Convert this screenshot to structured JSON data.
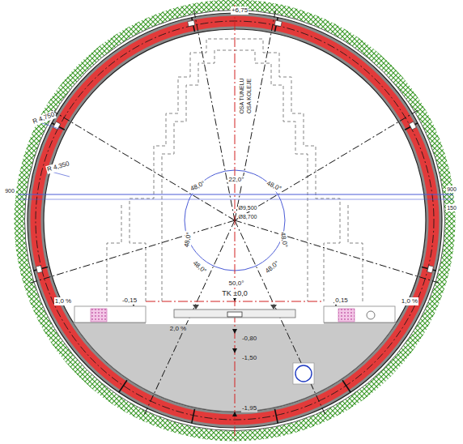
{
  "diagram": {
    "labels": [
      "+6,75",
      "OSA TUNELU",
      "OSA KOLEJE",
      "R 4,750",
      "R 4,350",
      "22,0°",
      "48,0°",
      "48,0°",
      "48,0°",
      "48,0°",
      "48,0°",
      "48,0°",
      "50,0°",
      "Ø9,500",
      "Ø8,700",
      "900",
      "900",
      "150",
      "TK ±0,0",
      "1,0 %",
      "-0,15",
      "0,15",
      "1,0 %",
      "2,0 %",
      "-0,80",
      "-1,50",
      "-1,95"
    ]
  }
}
